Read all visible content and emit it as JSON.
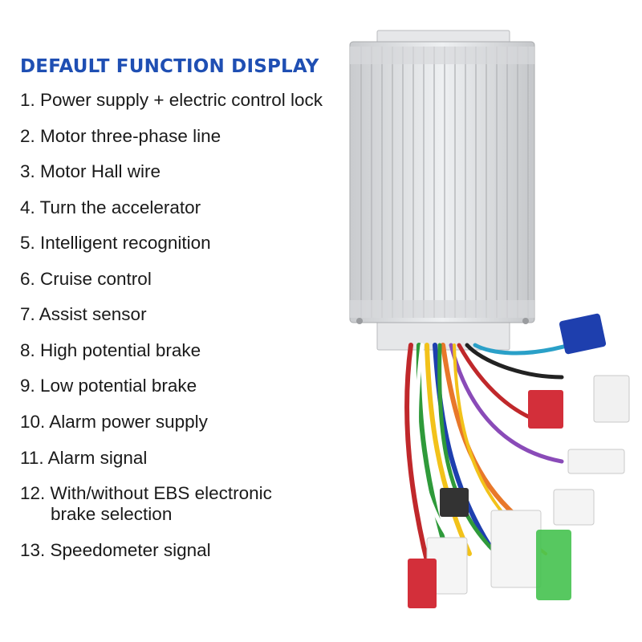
{
  "heading": "DEFAULT FUNCTION DISPLAY",
  "features": [
    {
      "line1": "1. Power supply + electric control lock",
      "line2": ""
    },
    {
      "line1": "2. Motor three-phase line",
      "line2": ""
    },
    {
      "line1": "3. Motor Hall wire",
      "line2": ""
    },
    {
      "line1": "4. Turn the accelerator",
      "line2": ""
    },
    {
      "line1": "5. Intelligent recognition",
      "line2": ""
    },
    {
      "line1": "6. Cruise control",
      "line2": ""
    },
    {
      "line1": "7. Assist sensor",
      "line2": ""
    },
    {
      "line1": "8. High potential brake",
      "line2": ""
    },
    {
      "line1": "9. Low potential brake",
      "line2": ""
    },
    {
      "line1": "10. Alarm power supply",
      "line2": ""
    },
    {
      "line1": "11. Alarm signal",
      "line2": ""
    },
    {
      "line1": "12. With/without EBS electronic",
      "line2": "brake selection"
    },
    {
      "line1": "13. Speedometer signal",
      "line2": ""
    }
  ],
  "colors": {
    "heading": "#1f4fb3",
    "housing": "#dcdee0",
    "wires": [
      "#1e3fae",
      "#c0282b",
      "#2f9a3a",
      "#f2c21a",
      "#e8782a",
      "#8a4bb8",
      "#222222",
      "#ffffff",
      "#2aa0c8"
    ]
  }
}
